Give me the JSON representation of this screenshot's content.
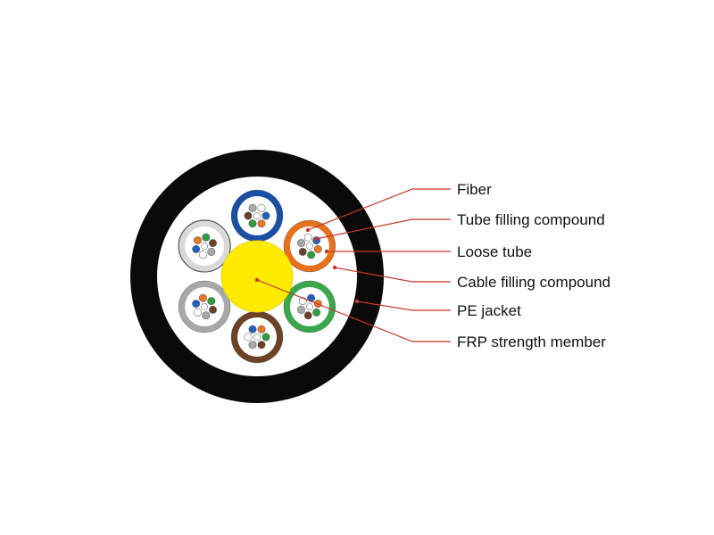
{
  "colors": {
    "jacket": "#0a0a0a",
    "filling": "#ffffff",
    "frp": "#ffeb00",
    "leader": "#c0392b"
  },
  "fiber_colors": [
    "#1f5fbf",
    "#e87722",
    "#2e9c3f",
    "#6b4226",
    "#a8a8a8",
    "#ffffff"
  ],
  "tubes": [
    {
      "name": "blue-tube",
      "color": "#1a4fa3"
    },
    {
      "name": "orange-tube",
      "color": "#e8711e"
    },
    {
      "name": "green-tube",
      "color": "#3aa84a"
    },
    {
      "name": "brown-tube",
      "color": "#6b4226"
    },
    {
      "name": "grey-tube",
      "color": "#a8a8a8"
    },
    {
      "name": "white-tube",
      "color": "#d9d9d9"
    }
  ],
  "labels": {
    "fiber": "Fiber",
    "tube_filling": "Tube filling compound",
    "loose_tube": "Loose tube",
    "cable_filling": "Cable filling compound",
    "pe_jacket": "PE jacket",
    "frp": "FRP strength member"
  }
}
